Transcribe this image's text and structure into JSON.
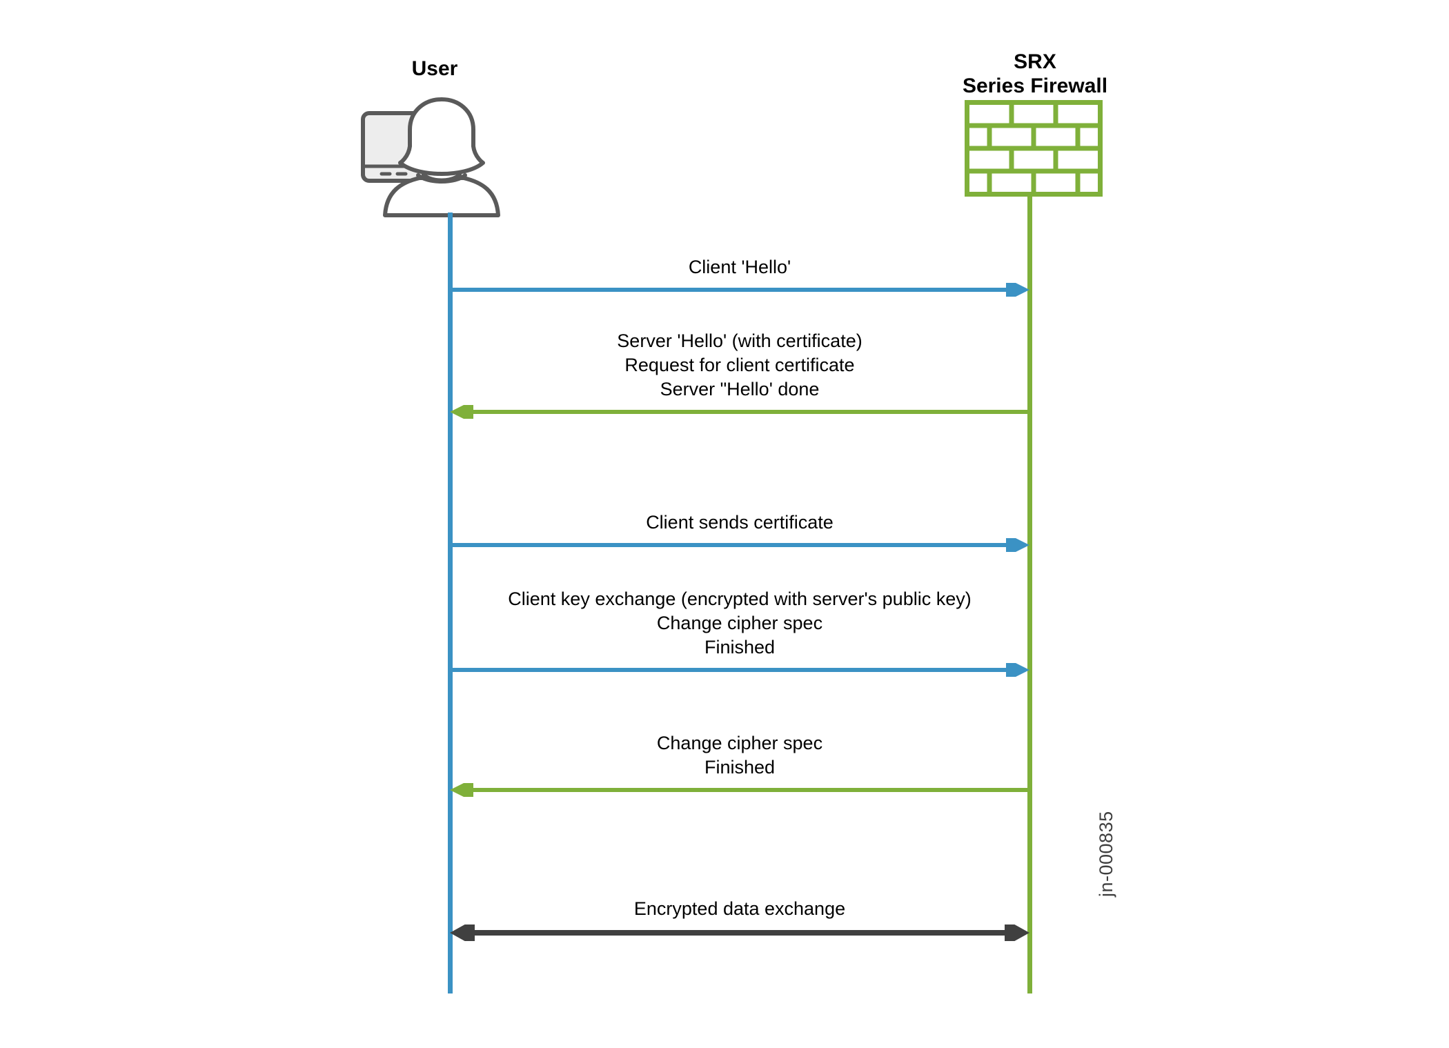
{
  "diagram": {
    "title_hidden": "",
    "actors": [
      {
        "id": "user",
        "label": "User",
        "icon": "user-person-with-monitor-icon",
        "color": "#3b92c4"
      },
      {
        "id": "srx",
        "label": "SRX\nSeries Firewall",
        "icon": "brick-wall-firewall-icon",
        "color": "#7fb03a"
      }
    ],
    "colors": {
      "client_blue": "#3b92c4",
      "server_green": "#7fb03a",
      "data_dark": "#404040",
      "icon_outline": "#5a5a5a",
      "monitor_screen": "#ededed",
      "text": "#000000",
      "background": "#ffffff"
    },
    "messages": [
      {
        "id": "client-hello",
        "text": "Client 'Hello'",
        "direction": "right",
        "color": "#3b92c4"
      },
      {
        "id": "server-hello",
        "text": "Server 'Hello' (with certificate)\nRequest for client certificate\nServer \"Hello' done",
        "direction": "left",
        "color": "#7fb03a"
      },
      {
        "id": "client-sends-certificate",
        "text": "Client sends certificate",
        "direction": "right",
        "color": "#3b92c4"
      },
      {
        "id": "client-key-exchange",
        "text": "Client key exchange (encrypted with server's public key)\nChange cipher spec\nFinished",
        "direction": "right",
        "color": "#3b92c4"
      },
      {
        "id": "server-change-cipher",
        "text": "Change cipher spec\nFinished",
        "direction": "left",
        "color": "#7fb03a"
      },
      {
        "id": "encrypted-data-exchange",
        "text": "Encrypted data exchange",
        "direction": "both",
        "color": "#404040"
      }
    ],
    "watermark": "jn-000835"
  }
}
